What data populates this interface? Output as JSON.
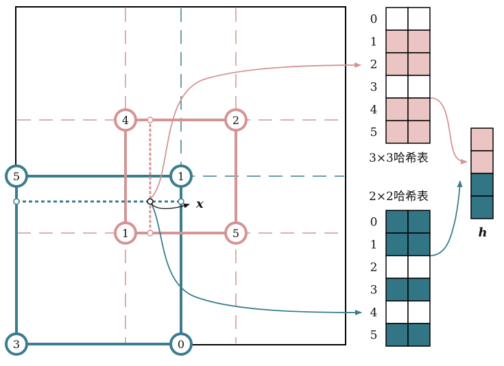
{
  "colors": {
    "pink": "#d49494",
    "pink_fill": "#ebc4c4",
    "teal": "#3a7d8e",
    "teal_fill": "#327585",
    "frame": "#000000"
  },
  "fine_grid": {
    "corner_labels": {
      "top_left": "4",
      "top_right": "2",
      "bottom_left": "1",
      "bottom_right": "5"
    }
  },
  "coarse_grid": {
    "corner_labels": {
      "top_left": "5",
      "top_right": "1",
      "bottom_left": "3",
      "bottom_right": "0"
    }
  },
  "query_point_label": "x",
  "table_3x3": {
    "caption": "3×3哈希表",
    "rows": [
      {
        "index": "0",
        "filled": false
      },
      {
        "index": "1",
        "filled": true
      },
      {
        "index": "2",
        "filled": true
      },
      {
        "index": "3",
        "filled": false
      },
      {
        "index": "4",
        "filled": true
      },
      {
        "index": "5",
        "filled": true
      }
    ]
  },
  "table_2x2": {
    "caption": "2×2哈希表",
    "rows": [
      {
        "index": "0",
        "filled": true
      },
      {
        "index": "1",
        "filled": true
      },
      {
        "index": "2",
        "filled": false
      },
      {
        "index": "3",
        "filled": true
      },
      {
        "index": "4",
        "filled": false
      },
      {
        "index": "5",
        "filled": true
      }
    ]
  },
  "output_vector": {
    "label": "h",
    "cells": [
      "pink",
      "pink",
      "teal",
      "teal"
    ]
  }
}
